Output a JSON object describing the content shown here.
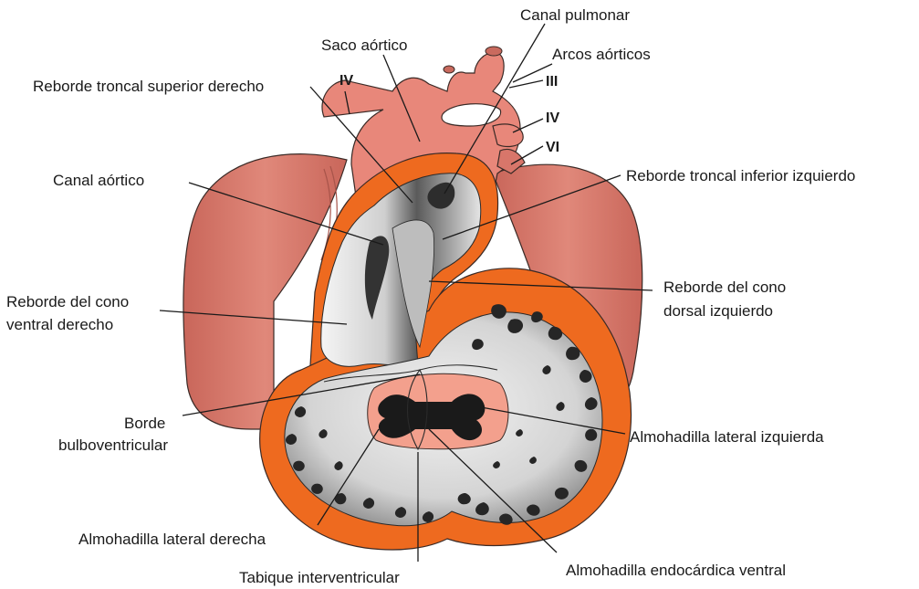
{
  "labels": {
    "canal_pulmonar": "Canal pulmonar",
    "saco_aortico": "Saco aórtico",
    "arcos_aorticos": "Arcos aórticos",
    "reborde_troncal_superior": "Reborde troncal superior derecho",
    "canal_aortico": "Canal aórtico",
    "reborde_troncal_inferior": "Reborde troncal inferior izquierdo",
    "reborde_cono_ventral_l1": "Reborde del cono",
    "reborde_cono_ventral_l2": "ventral derecho",
    "reborde_cono_dorsal_l1": "Reborde del cono",
    "reborde_cono_dorsal_l2": "dorsal izquierdo",
    "borde_bulbo_l1": "Borde",
    "borde_bulbo_l2": "bulboventricular",
    "almohadilla_lat_izq": "Almohadilla lateral izquierda",
    "almohadilla_lat_der": "Almohadilla lateral derecha",
    "almohadilla_endo_ventral": "Almohadilla endocárdica ventral",
    "tabique_interventricular": "Tabique interventricular"
  },
  "arches": {
    "iv_left": "IV",
    "iii": "III",
    "iv_right": "IV",
    "vi": "VI"
  },
  "colors": {
    "atrium": "#d9786a",
    "atrium_dark": "#b85a4f",
    "heart_wall": "#f08c7c",
    "vessel": "#e8877a",
    "cut_surface": "#ee6a1f",
    "lumen_light": "#eaeaea",
    "lumen_dark": "#3a3a3a",
    "cushion": "#f3a08d"
  }
}
